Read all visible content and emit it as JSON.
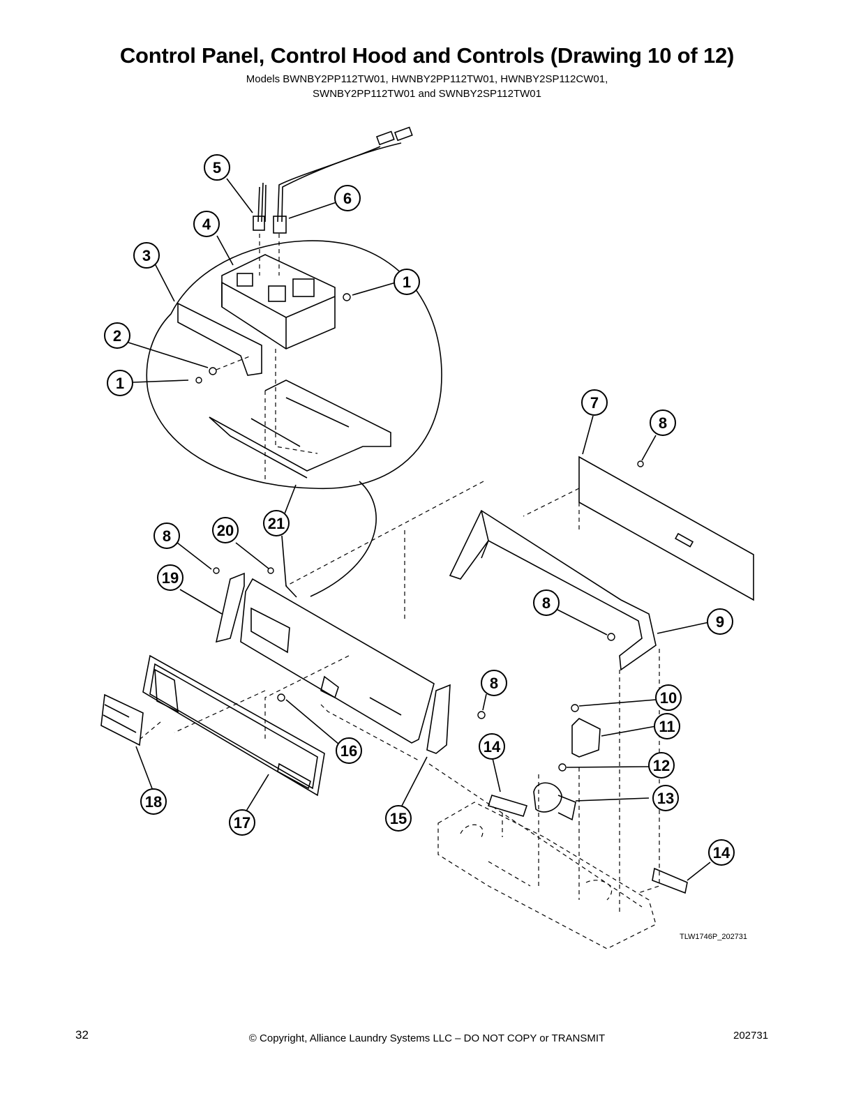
{
  "header": {
    "title": "Control Panel, Control Hood and Controls (Drawing 10 of 12)",
    "models_line1": "Models BWNBY2PP112TW01, HWNBY2PP112TW01, HWNBY2SP112CW01,",
    "models_line2": "SWNBY2PP112TW01 and SWNBY2SP112TW01"
  },
  "diagram": {
    "drawing_id": "TLW1746P_202731",
    "callouts": [
      "5",
      "6",
      "4",
      "1",
      "3",
      "2",
      "1",
      "7",
      "8",
      "21",
      "8",
      "20",
      "19",
      "8",
      "9",
      "8",
      "10",
      "11",
      "16",
      "12",
      "13",
      "14",
      "18",
      "17",
      "15",
      "14"
    ]
  },
  "footer": {
    "page_number": "32",
    "copyright": "© Copyright, Alliance Laundry Systems LLC – DO NOT COPY or TRANSMIT",
    "doc_number": "202731"
  }
}
